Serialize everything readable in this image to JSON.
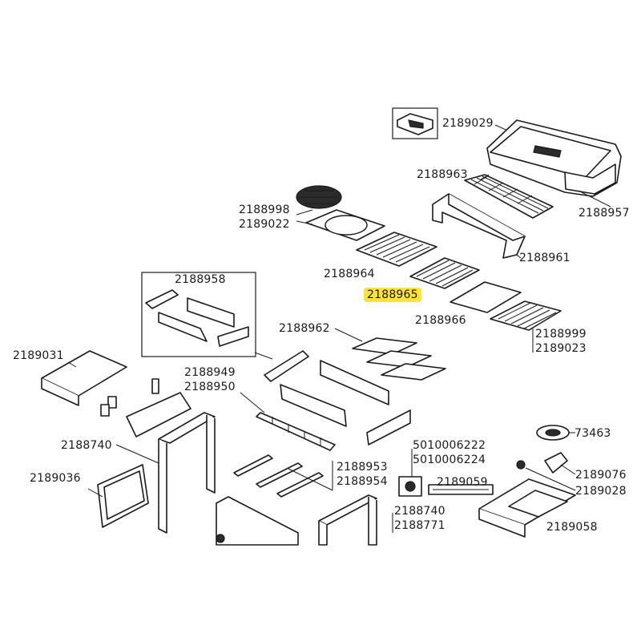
{
  "diagram": {
    "highlight_color": "#ffe23a",
    "labels": {
      "p2189029": "2189029",
      "p2188963": "2188963",
      "p2188957": "2188957",
      "p2188998": "2188998",
      "p2189022": "2189022",
      "p2188961": "2188961",
      "p2188964": "2188964",
      "p2188958": "2188958",
      "p2188965": "2188965",
      "p2188966": "2188966",
      "p2188962": "2188962",
      "p2188999": "2188999",
      "p2189023": "2189023",
      "p2189031": "2189031",
      "p2188949": "2188949",
      "p2188950": "2188950",
      "p2188740a": "2188740",
      "p73463": "73463",
      "p5010006222": "5010006222",
      "p5010006224": "5010006224",
      "p2189076": "2189076",
      "p2189036": "2189036",
      "p2188953": "2188953",
      "p2188954": "2188954",
      "p2189059": "2189059",
      "p2189028": "2189028",
      "p2188740b": "2188740",
      "p2188771": "2188771",
      "p2189058": "2189058"
    }
  }
}
